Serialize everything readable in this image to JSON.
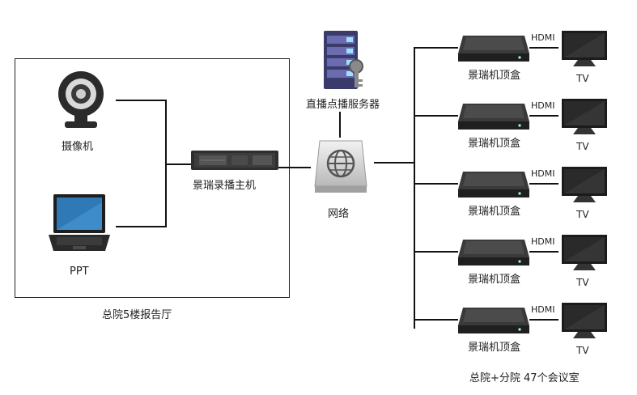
{
  "room": {
    "caption": "总院5楼报告厅"
  },
  "camera": {
    "label": "摄像机"
  },
  "laptop": {
    "label": "PPT"
  },
  "recorder": {
    "label": "景瑞录播主机"
  },
  "vod_server": {
    "label": "直播点播服务器"
  },
  "network": {
    "label": "网络"
  },
  "endpoints": [
    {
      "stb_label": "景瑞机顶盒",
      "link_label": "HDMI",
      "tv_label": "TV"
    },
    {
      "stb_label": "景瑞机顶盒",
      "link_label": "HDMI",
      "tv_label": "TV"
    },
    {
      "stb_label": "景瑞机顶盒",
      "link_label": "HDMI",
      "tv_label": "TV"
    },
    {
      "stb_label": "景瑞机顶盒",
      "link_label": "HDMI",
      "tv_label": "TV"
    },
    {
      "stb_label": "景瑞机顶盒",
      "link_label": "HDMI",
      "tv_label": "TV"
    }
  ],
  "branch": {
    "caption": "总院+分院  47个会议室"
  }
}
